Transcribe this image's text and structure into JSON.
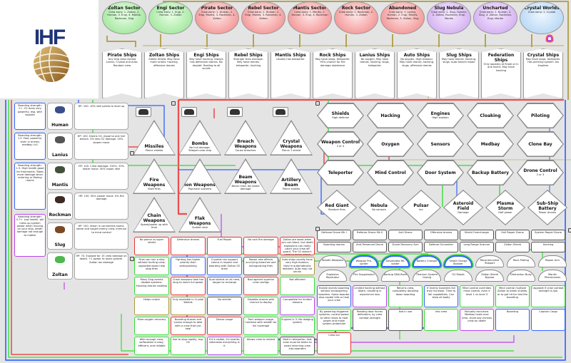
{
  "logo": {
    "text": "IHF",
    "colors": {
      "text": "#1f3377",
      "ball": "#b8862e"
    }
  },
  "colors": {
    "red": "#ee3333",
    "green": "#33dd33",
    "blue": "#3366ff",
    "purple": "#bb44ee",
    "olive": "#aa9a3a",
    "background": "#e4e4e4"
  },
  "sectors": [
    {
      "title": "Zoltan Sector",
      "desc": "Crew early: 1. Zoltan, 2. Human, 3. Engi, 4. Mantis, Rockman, Slug",
      "style": "g"
    },
    {
      "title": "Engi Sector",
      "desc": "Crew early: 1. Engi, 2. Human, 3. Zoltan",
      "style": "g"
    },
    {
      "title": "Pirate Sector",
      "desc": "Crew early: 1. Human, 2. Engi, Mantis, 3. Rockman, 4. Zoltan",
      "style": "r"
    },
    {
      "title": "Rebel Sector",
      "desc": "Crew early: 1. Human, 2. Engi, Mantis, 3. Rockman, 4. Zoltan",
      "style": "r"
    },
    {
      "title": "Mantis Sector",
      "desc": "Crew early: 1. Mantis, 2. Human, 3. Engi, 4. Rockman",
      "style": "r"
    },
    {
      "title": "Rock Sector",
      "desc": "Crew early: 1. Rockman, 2. Human, 3. Zoltan",
      "style": "r"
    },
    {
      "title": "Abandoned",
      "desc": "Crew early: 1. Lanius, Human, 2. Engi, Mantis, Rockman, 3. Zoltan, Slug",
      "style": "r"
    },
    {
      "title": "Slug Nebula",
      "desc": "Crew early: 1. Slug, Human, 2. Zoltan, Rockman, Engi, Mantis",
      "style": "p"
    },
    {
      "title": "Uncharted",
      "desc": "Crew early: 1. Human, 2. Slug, 3. Zoltan, Rockman, Engi, Mantis",
      "style": "p"
    },
    {
      "title": "Crystal Worlds",
      "desc": "Crew early: 1. Crystal",
      "style": "b"
    }
  ],
  "ships": [
    {
      "title": "Pirate Ships",
      "desc": "Any ship class except Lanius, Crystal and Auto. Random crew"
    },
    {
      "title": "Zoltan Ships",
      "desc": "Zoltan Shield. May have more scrolls: hacking, offensive drones"
    },
    {
      "title": "Engi Ships",
      "desc": "May have hacking. Always has defensive drones. No droplet. Healing to all scrolls"
    },
    {
      "title": "Rebel Ships",
      "desc": "Stronger than average. May have drones, teleporter, hacking"
    },
    {
      "title": "Mantis Ships",
      "desc": "Usually has teleporter"
    },
    {
      "title": "Rock Ships",
      "desc": "May have slugs, teleporter. 95% chance for fire damage resistance"
    },
    {
      "title": "Lanius Ships",
      "desc": "No oxygen. May have drones, hacking, slugs, teleporter"
    },
    {
      "title": "Auto Ships",
      "desc": "No oxygen. High evasion. May have drones, hacking, slugs, offensive drones"
    },
    {
      "title": "Slug Ships",
      "desc": "May have drones, hacking, slugs. Auto breach repair"
    },
    {
      "title": "Federation Ships",
      "desc": "Only appears at finale or in one event. May have hacking"
    },
    {
      "title": "Crystal Ships",
      "desc": "May have slugs, teleporter. Has piercing system. No trophies"
    }
  ],
  "races": [
    {
      "name": "Human",
      "desc": "HP: 100. 10% skill points to level up",
      "color": "#3a4f8a"
    },
    {
      "name": "Lanius",
      "desc": "HP: 100. Drains O2, equal to one hull breach. 5% less O2 damage. 20% slower move",
      "color": "#555555"
    },
    {
      "name": "Mantis",
      "desc": "HP: 100. Crew damage: 150%. 20% faster move. 50% repair rate",
      "color": "#44513a"
    },
    {
      "name": "Rockman",
      "desc": "HP: 150. 50% slower move. 0% fire damage",
      "color": "#3d2a22"
    },
    {
      "name": "Slug",
      "desc": "HP: 100. Vision in connected rooms, sense and target enemy crew. Immune to mind control",
      "color": "#7a4a25"
    },
    {
      "name": "Zoltan",
      "desc": "HP: 70. Explode for 15 crew damage on death. +1 power to room system. Zoltan ion damage",
      "color": "#4db84d"
    }
  ],
  "boarding": [
    {
      "text": "Boarding strength: 1+. O2 drain very powerful, esp. with support"
    },
    {
      "text": "Boarding strength: 1.5. Fast, powerful, even in enemy medbay Lv1"
    },
    {
      "text": "Boarding strength: 1.5. High health good for fire/mantis. Takes more damage when entering or fleeing rooms"
    },
    {
      "text": "Boarding strength: 0.7+. Low health, will mess up system power when moving on your ship, death damage not enough to matter"
    }
  ],
  "weapons": [
    {
      "title": "Missiles",
      "desc": "Pierce shields"
    },
    {
      "title": "Bombs",
      "desc": "No hull damage. Teleport onto ship"
    },
    {
      "title": "Breach Weapons",
      "desc": "Cause breaches"
    },
    {
      "title": "Crystal Weapons",
      "desc": "Pierce 1 shield"
    },
    {
      "title": "Fire Weapons",
      "desc": "Start fires"
    },
    {
      "title": "Ion Weapons",
      "desc": "Paycheck systems"
    },
    {
      "title": "Beam Weapons",
      "desc": "Never miss. No shield damage"
    },
    {
      "title": "Artillery Beam",
      "desc": "Pierce shields"
    },
    {
      "title": "Chain Weapons",
      "desc": "Speed/power up with time"
    },
    {
      "title": "Flak Weapons",
      "desc": "Scatter shot"
    }
  ],
  "systems": [
    {
      "title": "Shields",
      "desc": "High defense"
    },
    {
      "title": "Hacking",
      "desc": ""
    },
    {
      "title": "Engines",
      "desc": "High evasion"
    },
    {
      "title": "Cloaking",
      "desc": ""
    },
    {
      "title": "Piloting",
      "desc": ""
    },
    {
      "title": "Weapon Control",
      "desc": "2 or 4"
    },
    {
      "title": "Oxygen",
      "desc": ""
    },
    {
      "title": "Sensors",
      "desc": ""
    },
    {
      "title": "Medbay",
      "desc": ""
    },
    {
      "title": "Clone Bay",
      "desc": ""
    },
    {
      "title": "Teleporter",
      "desc": ""
    },
    {
      "title": "Mind Control",
      "desc": ""
    },
    {
      "title": "Door System",
      "desc": ""
    },
    {
      "title": "Backup Battery",
      "desc": ""
    },
    {
      "title": "Drone Control",
      "desc": "2 or 3"
    }
  ],
  "hazards": [
    {
      "title": "Red Giant",
      "desc": "Random fires"
    },
    {
      "title": "Nebula",
      "desc": "No sensors"
    },
    {
      "title": "Pulsar",
      "desc": "Ion"
    },
    {
      "title": "Asteroid Field",
      "desc": "Damage"
    },
    {
      "title": "Plasma Storm",
      "desc": "Half power"
    },
    {
      "title": "Sub-Ship Battery",
      "desc": "Power drones"
    }
  ],
  "drones": [
    {
      "label": "Defense Drone Mk I"
    },
    {
      "label": "Defense Drone Mk II"
    },
    {
      "label": "Anti Drone"
    },
    {
      "label": "Offensive drones"
    },
    {
      "label": "Shield Overcharger"
    },
    {
      "label": "Hull Repair Drone"
    },
    {
      "label": "System Repair Drone"
    },
    {
      "label": "Boarding drones"
    },
    {
      "label": "Anti-Personnel Drone"
    },
    {
      "label": "Drone Recovery Arm"
    },
    {
      "label": "Defense Scrambler"
    },
    {
      "label": "Long Range Scanner"
    },
    {
      "label": "Zoltan Shield"
    },
    {
      "label": "Hacking"
    }
  ],
  "augments": [
    {
      "label": "Stealth Weapons"
    },
    {
      "label": "Weapon Pre-Igniter"
    },
    {
      "label": "Automated Re-loader"
    },
    {
      "label": "Battery Charger"
    },
    {
      "label": "Shield Charge Booster"
    },
    {
      "label": "Reconstructive Teleport"
    },
    {
      "label": "Rock Plating"
    },
    {
      "label": "Repair Arm"
    },
    {
      "label": "Explosive Replicator"
    },
    {
      "label": "Fire Suppression"
    },
    {
      "label": "Backup DNA Bank"
    },
    {
      "label": "Titanium System Casing"
    },
    {
      "label": "O2 Masks"
    },
    {
      "label": "Zoltan Shield Bypass"
    },
    {
      "label": "Distraction Buoy"
    },
    {
      "label": "Mantis Pheromones"
    }
  ],
  "notes": [
    {
      "text": "No pierce vs super shield",
      "style": "red"
    },
    {
      "text": "Defensive drones",
      "style": "red"
    },
    {
      "text": "Fuel Repair",
      "style": "red"
    },
    {
      "text": "No rock fire damage",
      "style": "red"
    },
    {
      "text": "Zoltan are weak when you can block, but death explosions can really catch your crew off guard. The O2 doesn't need to worry about losing crew",
      "style": "red"
    },
    {
      "text": "Fires can ruin a ship without hurting crew; upgraded doors help stop fires",
      "style": "green"
    },
    {
      "text": "Fighting has higher priority than extinguishing",
      "style": "blue"
    },
    {
      "text": "Crystals can support Lanius in repairs and boarding with Zoltan O2 drain",
      "style": "blue"
    },
    {
      "text": "Repair rate affects scurrying breaches and extinguishing fires",
      "style": "dark"
    },
    {
      "text": "Auto ships usually have very high evasion, they're automatically restored. Auto may not shrink",
      "style": "olive"
    },
    {
      "text": "Many Slug events disable systems. Hacking drones rootless",
      "style": "green"
    },
    {
      "text": "Chain weapons take too long to reach full power",
      "style": "red"
    },
    {
      "text": "Dual shields on all crew, longer to recharge",
      "style": "blue"
    },
    {
      "text": "Bad against superior crew configs",
      "style": "red"
    },
    {
      "text": "Not affected",
      "style": "green"
    },
    {
      "text": "Helps unlock",
      "style": "olive"
    },
    {
      "text": "Only available in Crystal Worlds",
      "style": "olive"
    },
    {
      "text": "No shields",
      "style": "dark"
    },
    {
      "text": "Disables drones with chance to deploy",
      "style": "green"
    },
    {
      "text": "Compatible for limited reasons",
      "style": "purple"
    },
    {
      "text": "More oxygen recovery",
      "style": "green"
    },
    {
      "text": "Boarding drones and Lanius enough to deal with a crew that can heal",
      "style": "red"
    },
    {
      "text": "Dense usage",
      "style": "red"
    },
    {
      "text": "Train weapon usage. Combine with stealth for full coverage",
      "style": "green"
    },
    {
      "text": "Engines lv 3: No dodging system",
      "style": "green"
    },
    {
      "text": "With enough crew, suffocation is easy, efficient, and reliable",
      "style": "green"
    },
    {
      "text": "Use to stop rapidly, esp. O2",
      "style": "green"
    },
    {
      "text": "If it's visible, it's hostile; otherwise everything is it",
      "style": "purple"
    },
    {
      "text": "Allows crew to retreat",
      "style": "green"
    },
    {
      "text": "Wait in teleporter; fast crew must be taken to avoid returning crew into boarders",
      "style": "dark"
    },
    {
      "text": "Enable events boarding without endangering boarders. Some boarder also capital kills or heal your crew",
      "style": "blue"
    },
    {
      "text": "Limited hacking without death, resulting in experience loss",
      "style": "purple"
    },
    {
      "text": "Returns crew, completely doubling down boarding",
      "style": "green"
    },
    {
      "text": "If enemy boarders fail they increase. Time to fail capabilities. Can keep all badly",
      "style": "blue"
    },
    {
      "text": "Mind control overrides mind control, even if level 1 vs level 3",
      "style": "green"
    },
    {
      "text": "Mind control multiple Zoltan to break shields, or to get hit for fast fire boarding",
      "style": "green"
    },
    {
      "text": "Upgrade if crew combat strength is low",
      "style": "green"
    },
    {
      "text": "By powering triggered systems, control power to other ships to hold power and make system protection",
      "style": "green"
    },
    {
      "text": "Reading door forces defenders; by crew combat strength",
      "style": "dark"
    },
    {
      "text": "Not in use",
      "style": "dark"
    },
    {
      "text": "Info crew",
      "style": "green"
    },
    {
      "text": "Mutually exclusive. Medbay heals over time, clone bay revives crew on death",
      "style": "purple"
    },
    {
      "text": "Boarding",
      "style": "blue"
    },
    {
      "text": "Captain Cargo",
      "style": "blue"
    },
    {
      "text": "Crew Ion",
      "style": "red"
    }
  ]
}
